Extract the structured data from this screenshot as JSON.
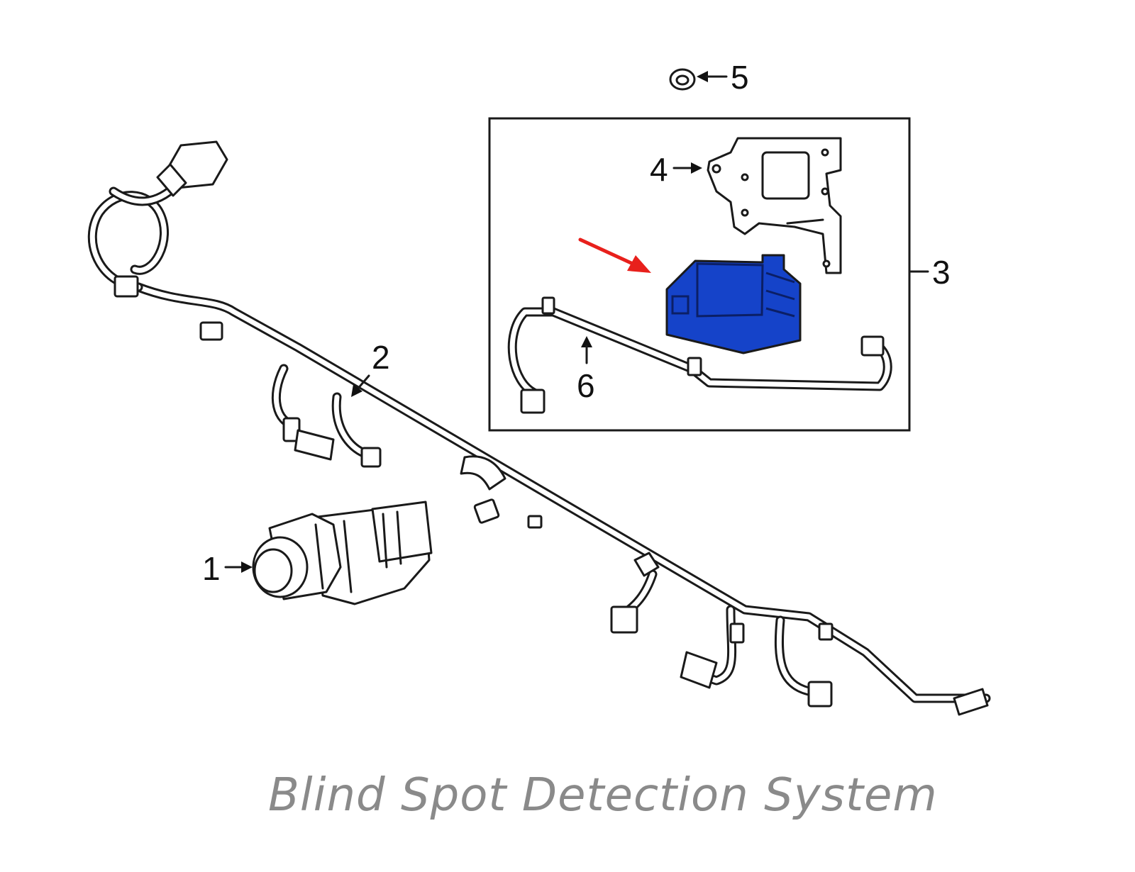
{
  "diagram": {
    "callouts": {
      "c1": "1",
      "c2": "2",
      "c3": "3",
      "c4": "4",
      "c5": "5",
      "c6": "6"
    },
    "colors": {
      "highlight_part": "#1543c9",
      "pointer_arrow": "#e8201c",
      "caption": "#8a8a8a"
    }
  },
  "caption": "Blind Spot Detection System"
}
